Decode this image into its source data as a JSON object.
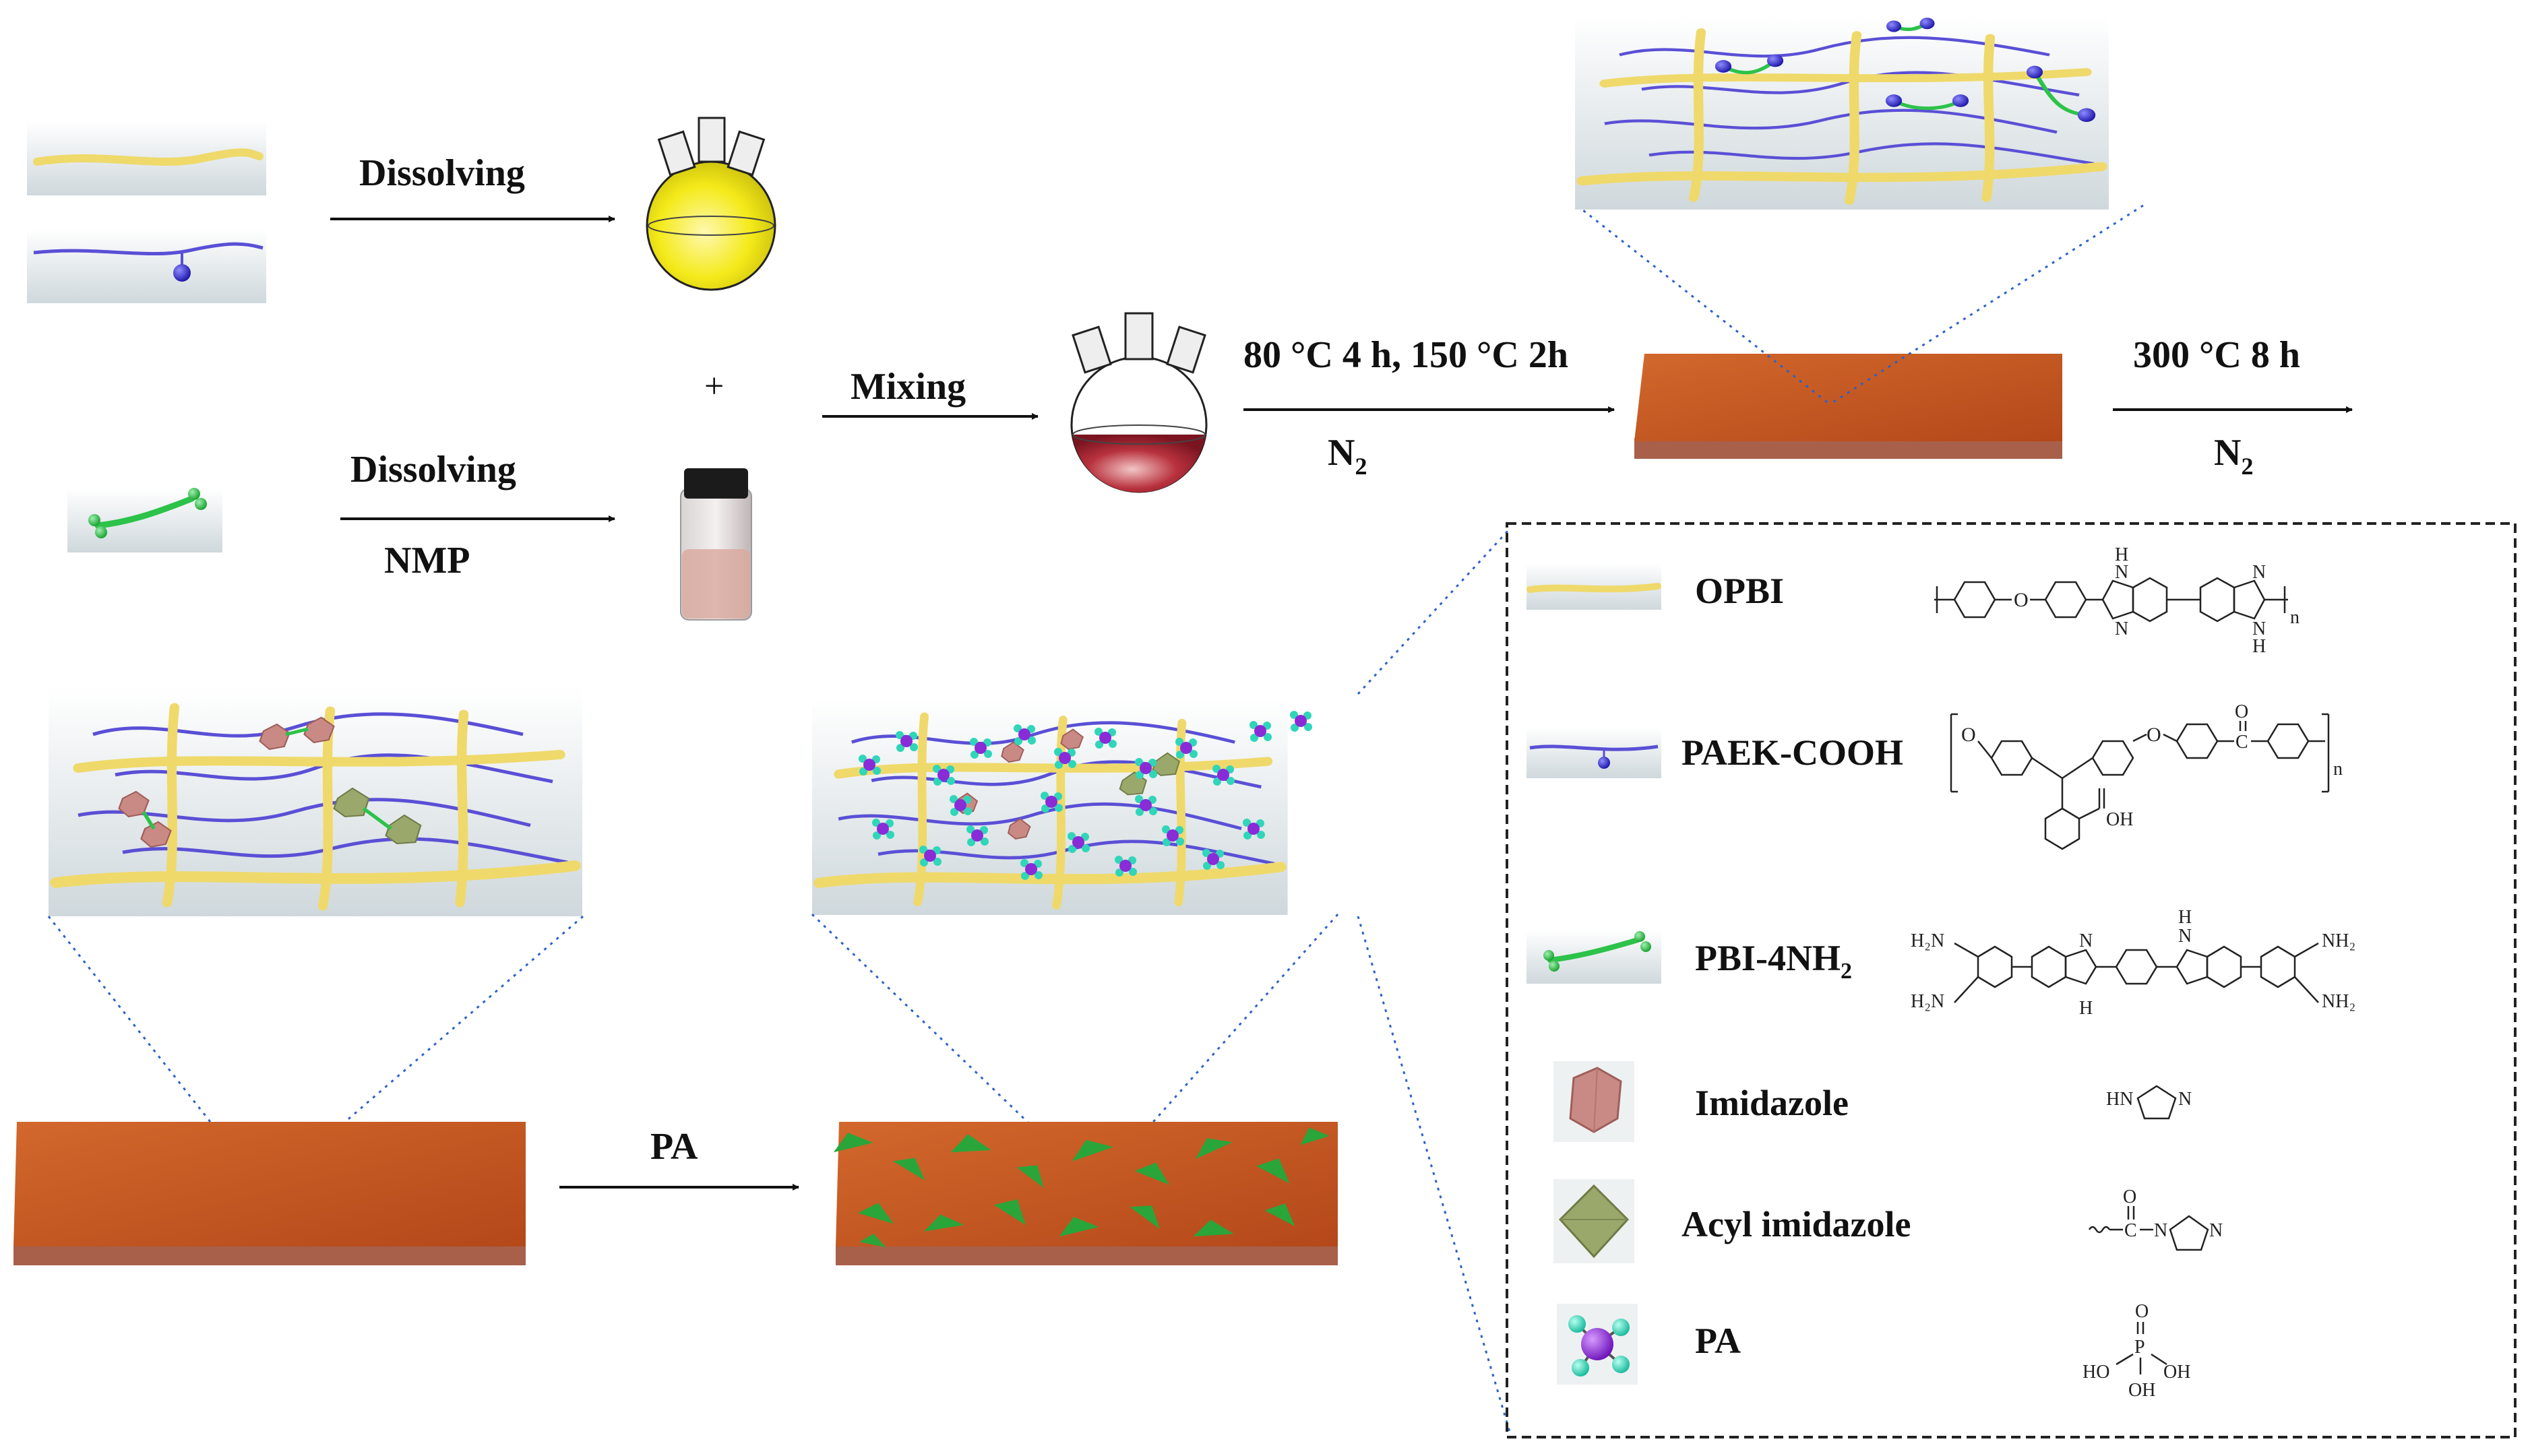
{
  "steps": {
    "dissolving_top": "Dissolving",
    "plus": "+",
    "dissolving_bottom": "Dissolving",
    "nmp": "NMP",
    "mixing": "Mixing",
    "heating": "80 °C 4 h, 150 °C 2h",
    "n2_first": "N",
    "n2_first_sub": "2",
    "crosslink": "300 °C 8 h",
    "n2_second": "N",
    "n2_second_sub": "2",
    "pa_doping": "PA"
  },
  "legend": {
    "opbi": "OPBI",
    "paek": "PAEK-COOH",
    "pbi4nh2_main": "PBI-4NH",
    "pbi4nh2_sub": "2",
    "imidazole": "Imidazole",
    "acyl_imidazole": "Acyl imidazole",
    "pa": "PA"
  },
  "structures": {
    "opbi_o": "O",
    "opbi_h_top": "H",
    "opbi_n_top": "N",
    "opbi_n_bot": "N",
    "opbi_n_right_top": "N",
    "opbi_n_right_bot": "N",
    "opbi_h_bot": "H",
    "opbi_n_index": "n",
    "paek_o1": "O",
    "paek_o2": "O",
    "paek_co": "O",
    "paek_c": "C",
    "paek_oh": "OH",
    "paek_n_index": "n",
    "pbi_h2n_top": "H₂N",
    "pbi_h2n_bot": "H₂N",
    "pbi_nh2_top": "NH₂",
    "pbi_nh2_bot": "NH₂",
    "pbi_n1": "N",
    "pbi_h1": "H",
    "pbi_n2": "N",
    "pbi_h2": "H",
    "imid_hn": "HN",
    "imid_n": "N",
    "acyl_o": "O",
    "acyl_c": "C",
    "acyl_n1": "N",
    "acyl_n2": "N",
    "pa_o": "O",
    "pa_p": "P",
    "pa_ho": "HO",
    "pa_oh1": "OH",
    "pa_oh2": "OH"
  },
  "colors": {
    "membrane_top": "#c4561c",
    "membrane_side": "#a8604a",
    "opbi_chain": "#f1e27a",
    "paek_chain": "#5a4fd6",
    "pbi4nh2_chain": "#2dc24a",
    "imidazole": "#c98a86",
    "acyl_imidazole": "#9aa86c",
    "pa_core": "#8a2bd8",
    "pa_arm": "#2fd6b8",
    "pa_doped_patch": "#2aa53a",
    "flask_yellow": "#f4ea1a",
    "flask_red": "#b8323e",
    "dotted_line": "#2a62c8"
  }
}
